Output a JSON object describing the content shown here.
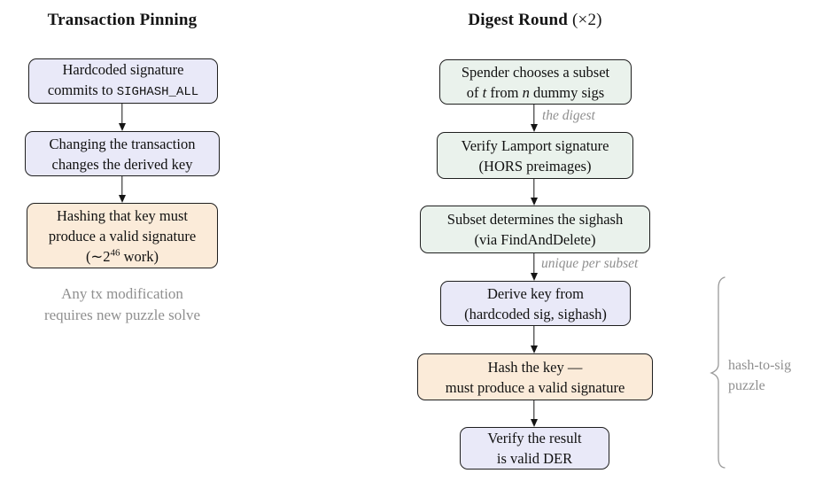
{
  "left_panel": {
    "title": "Transaction Pinning",
    "box1": {
      "line1": "Hardcoded signature",
      "line2_text": "commits to ",
      "line2_code": "SIGHASH_ALL"
    },
    "box2": {
      "line1": "Changing the transaction",
      "line2": "changes the derived key"
    },
    "box3": {
      "line1": "Hashing that key must",
      "line2": "produce a valid signature",
      "line3_open": "(∼2",
      "line3_sup": "46",
      "line3_close": " work)"
    },
    "note": {
      "line1": "Any tx modification",
      "line2": "requires new puzzle solve"
    }
  },
  "right_panel": {
    "title": "Digest Round",
    "title_mult": "(×2)",
    "box1": {
      "line1": "Spender chooses a subset",
      "line2_a": "of ",
      "line2_t": "t",
      "line2_b": " from ",
      "line2_n": "n",
      "line2_c": " dummy sigs"
    },
    "edge_label_digest": "the digest",
    "box2": {
      "line1": "Verify Lamport signature",
      "line2": "(HORS preimages)"
    },
    "box3": {
      "line1": "Subset determines the sighash",
      "line2": "(via FindAndDelete)"
    },
    "edge_label_unique": "unique per subset",
    "box4": {
      "line1": "Derive key from",
      "line2": "(hardcoded sig, sighash)"
    },
    "box5": {
      "line1": "Hash the key —",
      "line2": "must produce a valid signature"
    },
    "box6": {
      "line1": "Verify the result",
      "line2": "is valid DER"
    },
    "brace_label": {
      "line1": "hash-to-sig",
      "line2": "puzzle"
    }
  },
  "colors": {
    "box_lavender": "#e9e9f8",
    "box_mint": "#eaf2ec",
    "box_peach": "#fbebd9",
    "box_border": "#1f1f1f",
    "arrow": "#151515",
    "muted_text": "#8f8f8f",
    "background": "#ffffff"
  }
}
